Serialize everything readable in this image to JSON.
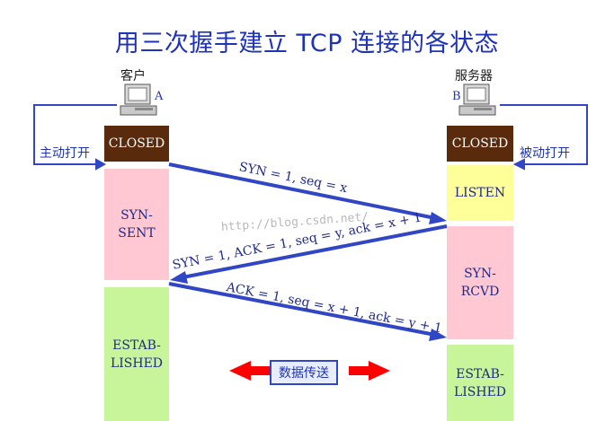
{
  "title": "用三次握手建立 TCP 连接的各状态",
  "client": {
    "label": "客户",
    "letter": "A",
    "action": "主动打开"
  },
  "server": {
    "label": "服务器",
    "letter": "B",
    "action": "被动打开"
  },
  "client_states": [
    "CLOSED",
    "SYN-\nSENT",
    "ESTAB-\nLISHED"
  ],
  "server_states": [
    "CLOSED",
    "LISTEN",
    "SYN-\nRCVD",
    "ESTAB-\nLISHED"
  ],
  "messages": {
    "syn": "SYN = 1, seq = x",
    "syn_ack": "SYN = 1, ACK = 1, seq = y, ack = x + 1",
    "ack": "ACK = 1, seq = x + 1, ack = y + 1"
  },
  "data_transfer": "数据传送",
  "watermark": "http://blog.csdn.net/",
  "colors": {
    "title": "#1f33b8",
    "arrow": "#3146c4",
    "closed": "#5a2a0c",
    "pink": "#ffc8d2",
    "green": "#c8f59a",
    "yellow": "#ffff99",
    "data_arrow": "#ff0000"
  }
}
